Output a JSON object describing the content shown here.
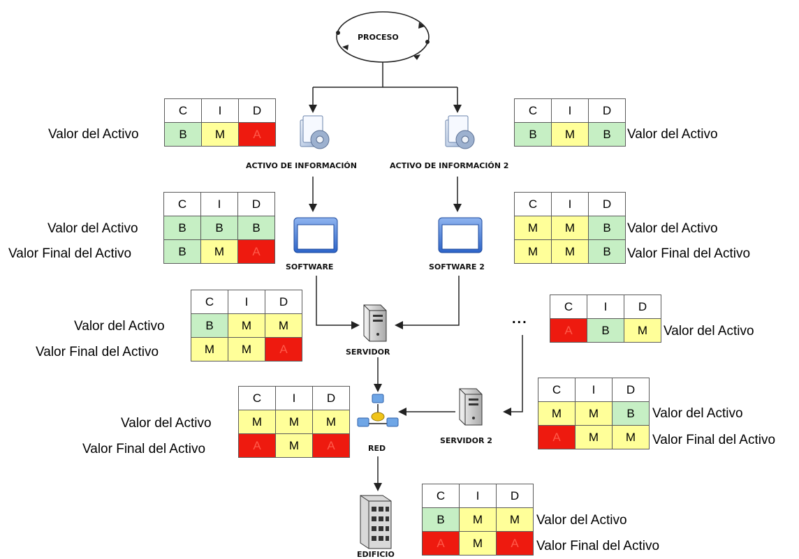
{
  "nodes": {
    "proceso": "PROCESO",
    "activo_1": "ACTIVO DE INFORMACIÓN",
    "activo_2": "ACTIVO DE INFORMACIÓN 2",
    "software_1": "SOFTWARE",
    "software_2": "SOFTWARE 2",
    "servidor_1": "SERVIDOR",
    "servidor_2": "SERVIDOR 2",
    "red": "RED",
    "edificio": "EDIFICIO",
    "ellipsis": "..."
  },
  "labels": {
    "valor": "Valor del Activo",
    "valor_final": "Valor Final del Activo"
  },
  "tables": {
    "activo_1": {
      "header": [
        "C",
        "I",
        "D"
      ],
      "valor": [
        "B",
        "M",
        "A"
      ]
    },
    "activo_2": {
      "header": [
        "C",
        "I",
        "D"
      ],
      "valor": [
        "B",
        "M",
        "B"
      ]
    },
    "software_1": {
      "header": [
        "C",
        "I",
        "D"
      ],
      "valor": [
        "B",
        "B",
        "B"
      ],
      "valor_final": [
        "B",
        "M",
        "A"
      ]
    },
    "software_2": {
      "header": [
        "C",
        "I",
        "D"
      ],
      "valor": [
        "M",
        "M",
        "B"
      ],
      "valor_final": [
        "M",
        "M",
        "B"
      ]
    },
    "servidor_1": {
      "header": [
        "C",
        "I",
        "D"
      ],
      "valor": [
        "B",
        "M",
        "M"
      ],
      "valor_final": [
        "M",
        "M",
        "A"
      ]
    },
    "otro": {
      "header": [
        "C",
        "I",
        "D"
      ],
      "valor": [
        "A",
        "B",
        "M"
      ]
    },
    "servidor_2": {
      "header": [
        "C",
        "I",
        "D"
      ],
      "valor": [
        "M",
        "M",
        "B"
      ],
      "valor_final": [
        "A",
        "M",
        "M"
      ]
    },
    "red": {
      "header": [
        "C",
        "I",
        "D"
      ],
      "valor": [
        "M",
        "M",
        "M"
      ],
      "valor_final": [
        "A",
        "M",
        "A"
      ]
    },
    "edificio": {
      "header": [
        "C",
        "I",
        "D"
      ],
      "valor": [
        "B",
        "M",
        "M"
      ],
      "valor_final": [
        "A",
        "M",
        "A"
      ]
    }
  },
  "colors": {
    "B": "#c6efc4",
    "M": "#ffff99",
    "A": "#ee1a0f",
    "border": "#5a5a5a",
    "line": "#222222"
  }
}
